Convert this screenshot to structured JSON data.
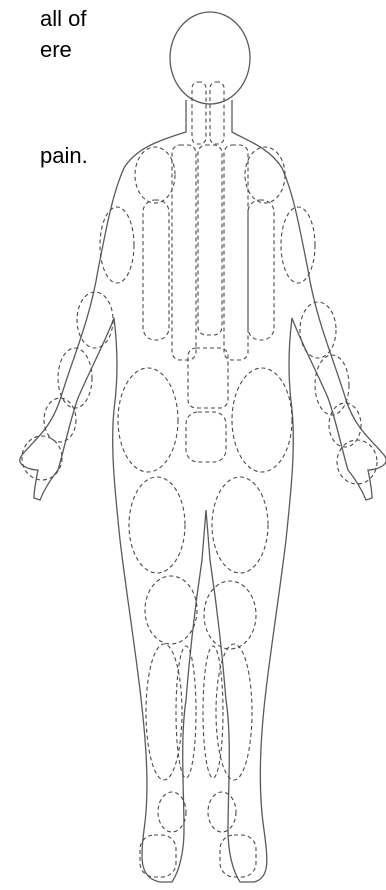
{
  "caption": {
    "line1": "all of",
    "line2": "ere",
    "line3": "pain."
  }
}
